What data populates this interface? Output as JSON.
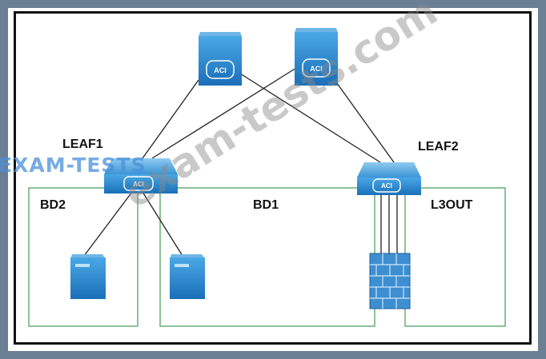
{
  "labels": {
    "leaf1": "LEAF1",
    "leaf2": "LEAF2",
    "bd2": "BD2",
    "bd1": "BD1",
    "l3out": "L3OUT"
  },
  "nodes": {
    "spine1_badge": "ACI",
    "spine2_badge": "ACI",
    "leaf1_badge": "ACI",
    "leaf2_badge": "ACI"
  },
  "watermarks": {
    "top_left": "EXAM-TESTS",
    "diagonal": "exam-tests.com"
  },
  "colors": {
    "device": "#2f8fd0",
    "device_dark": "#1566a8",
    "zone_border": "#3f9a55",
    "firewall": "#3d8fd1",
    "frame": "#6b7f95"
  }
}
